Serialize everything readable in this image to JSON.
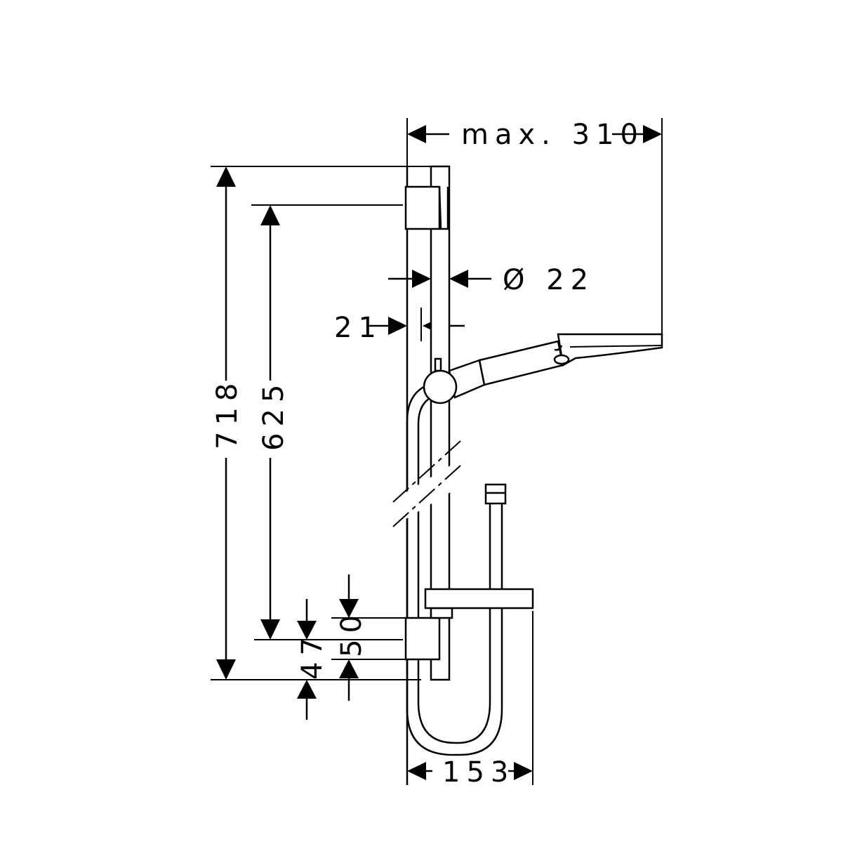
{
  "dimensions": {
    "max_width": "max. 310",
    "total_height": "718",
    "bracket_distance": "625",
    "rail_diameter": "Ø 22",
    "wall_offset": "21",
    "lower_offset": "50",
    "bottom_offset": "47",
    "bottom_width": "153"
  },
  "colors": {
    "line": "#000000",
    "background": "#ffffff"
  }
}
